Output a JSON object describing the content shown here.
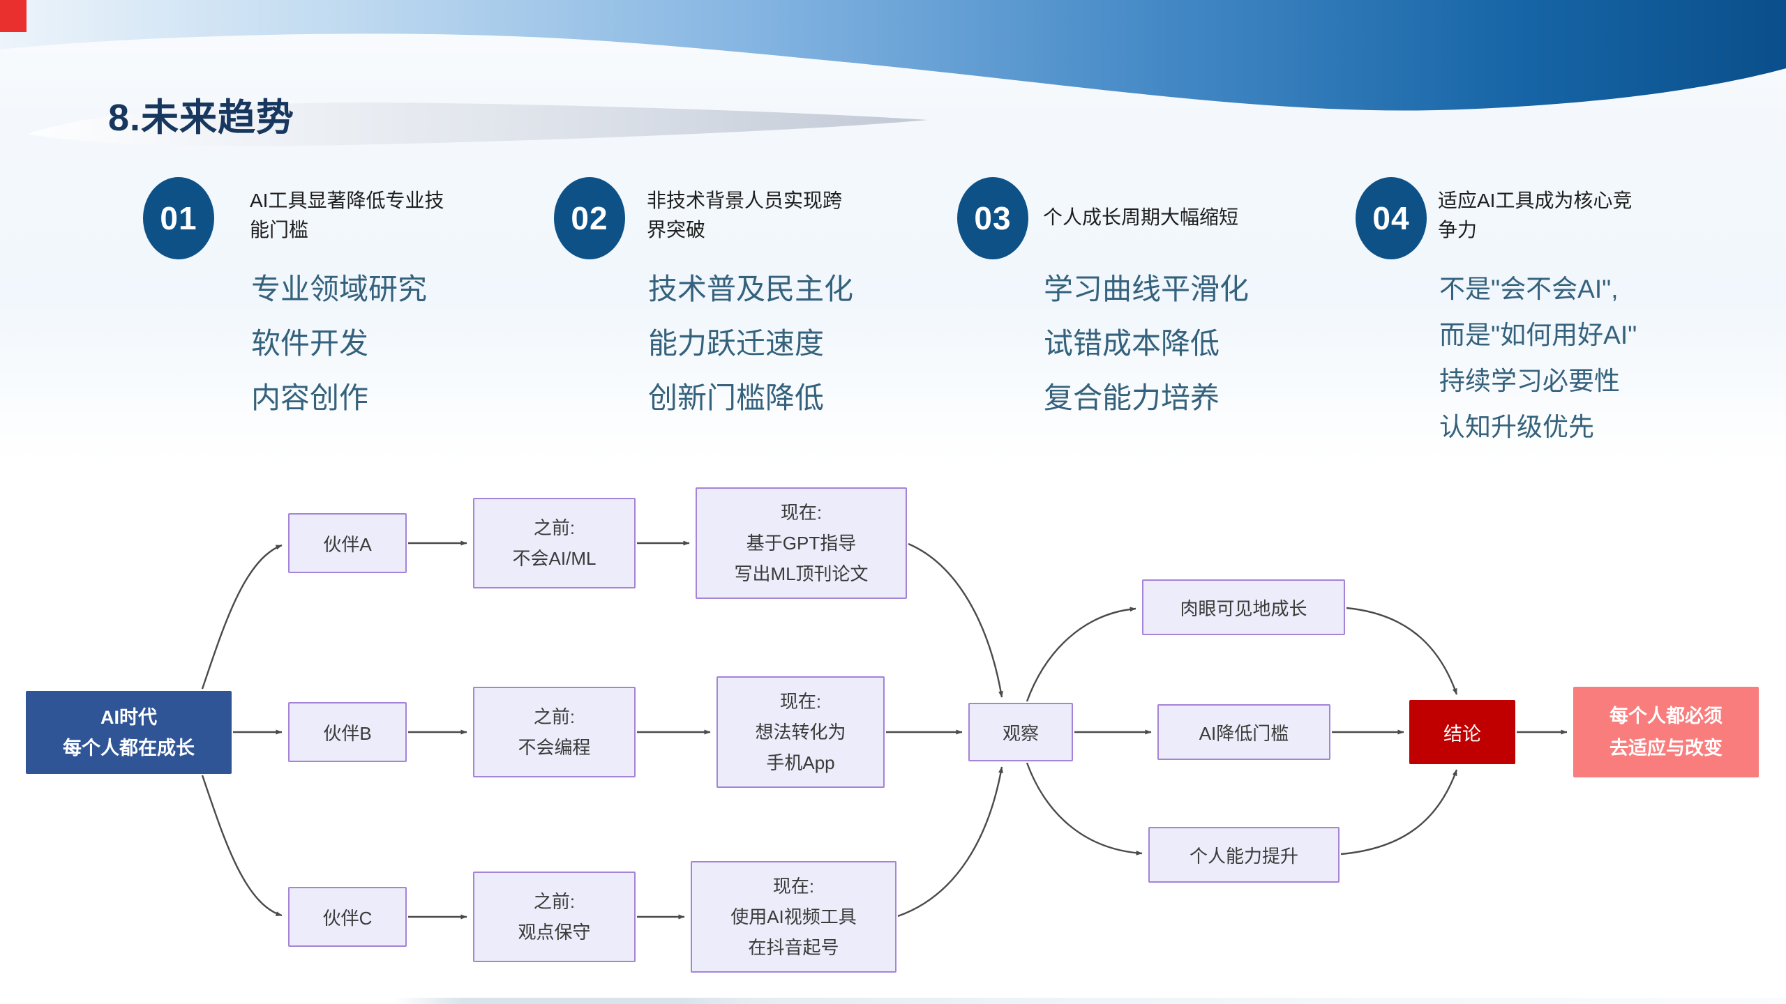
{
  "title": "8.未来趋势",
  "trends": [
    {
      "num": "01",
      "heading_lines": [
        "AI工具显著降低专业技",
        "能门槛"
      ],
      "items": [
        "专业领域研究",
        "软件开发",
        "内容创作"
      ]
    },
    {
      "num": "02",
      "heading_lines": [
        "非技术背景人员实现跨",
        "界突破"
      ],
      "items": [
        "技术普及民主化",
        "能力跃迁速度",
        "创新门槛降低"
      ]
    },
    {
      "num": "03",
      "heading_lines": [
        "个人成长周期大幅缩短"
      ],
      "items": [
        "学习曲线平滑化",
        "试错成本降低",
        "复合能力培养"
      ]
    },
    {
      "num": "04",
      "heading_lines": [
        "适应AI工具成为核心竞",
        "争力"
      ],
      "items": [
        "不是\"会不会AI\",",
        "而是\"如何用好AI\"",
        "持续学习必要性",
        "认知升级优先"
      ]
    }
  ],
  "flowchart": {
    "start": {
      "line1": "AI时代",
      "line2": "每个人都在成长"
    },
    "rows": [
      {
        "partner": "伙伴A",
        "before_label": "之前:",
        "before_text": "不会AI/ML",
        "now_label": "现在:",
        "now_line1": "基于GPT指导",
        "now_line2": "写出ML顶刊论文"
      },
      {
        "partner": "伙伴B",
        "before_label": "之前:",
        "before_text": "不会编程",
        "now_label": "现在:",
        "now_line1": "想法转化为",
        "now_line2": "手机App"
      },
      {
        "partner": "伙伴C",
        "before_label": "之前:",
        "before_text": "观点保守",
        "now_label": "现在:",
        "now_line1": "使用AI视频工具",
        "now_line2": "在抖音起号"
      }
    ],
    "observe": "观察",
    "outcomes": [
      "肉眼可见地成长",
      "AI降低门槛",
      "个人能力提升"
    ],
    "conclusion": "结论",
    "final_line1": "每个人都必须",
    "final_line2": "去适应与改变"
  },
  "colors": {
    "title_text": "#17375E",
    "number_circle": "#0D5187",
    "item_text": "#34617C",
    "start_box": "#2F5597",
    "node_fill": "#ECECFA",
    "node_border": "#A583D6",
    "conclusion_box": "#C00000",
    "final_box": "#F97D7D",
    "arrow": "#4A4A4A",
    "header_wave_deep": "#0A4F8B",
    "corner_mark": "#E9302F"
  }
}
